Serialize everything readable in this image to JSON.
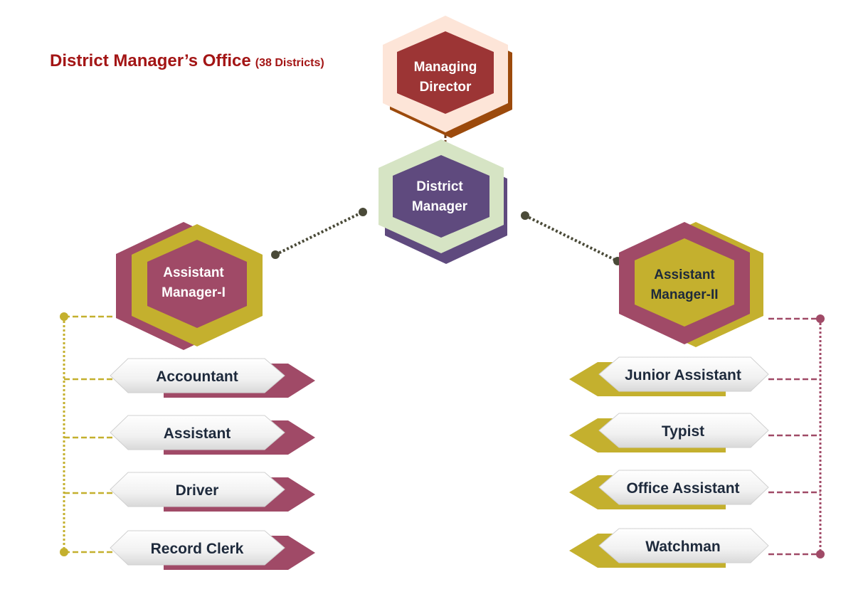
{
  "title": {
    "main": "District Manager’s Office",
    "sub": "(38 Districts)"
  },
  "nodes": {
    "managing_director": {
      "line1": "Managing",
      "line2": "Director"
    },
    "district_manager": {
      "line1": "District",
      "line2": "Manager"
    },
    "assistant_manager_1": {
      "line1": "Assistant",
      "line2": "Manager-I"
    },
    "assistant_manager_2": {
      "line1": "Assistant",
      "line2": "Manager-II"
    }
  },
  "left_staff": [
    "Accountant",
    "Assistant",
    "Driver",
    "Record Clerk"
  ],
  "right_staff": [
    "Junior Assistant",
    "Typist",
    "Office Assistant",
    "Watchman"
  ],
  "colors": {
    "title": "#a31515",
    "md_inner": "#9c3535",
    "md_outer": "#fde5d8",
    "md_shadow": "#9c4a0c",
    "dm_inner": "#5f4a7e",
    "dm_outer": "#d6e4c4",
    "magenta": "#a04a67",
    "olive": "#c4b02e",
    "connector_dark": "#4a4a38"
  }
}
